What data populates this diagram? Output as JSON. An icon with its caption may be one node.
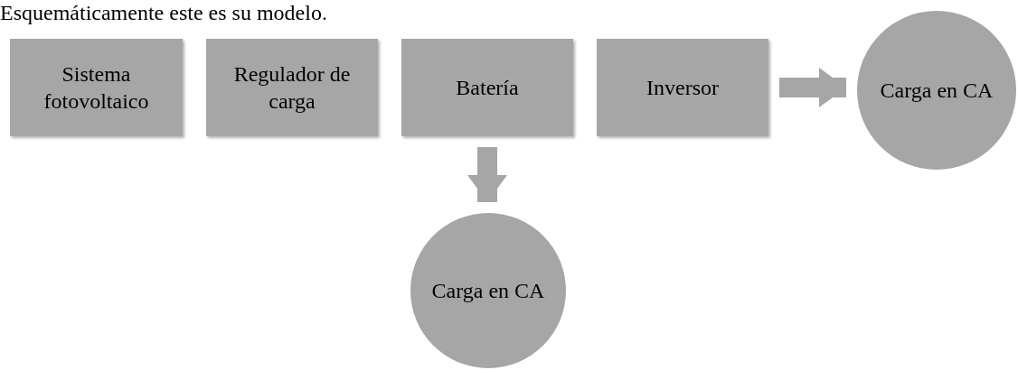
{
  "diagram": {
    "nodes": [
      {
        "text": [
          "Sistema fotovoltaico"
        ]
      },
      {
        "text": [
          "Regulador de carga"
        ]
      },
      {
        "text": [
          "Batería"
        ]
      },
      {
        "text": [
          "Inversor"
        ]
      },
      {
        "text": [
          "Carga en CA"
        ]
      },
      {
        "text": [
          "Carga en CA"
        ]
      }
    ],
    "edges": [
      {
        "from": 3,
        "to": 4,
        "arrow": "to"
      },
      {
        "from": 2,
        "to": 5,
        "arrow": "to"
      }
    ],
    "labels": [
      "Esquemáticamente este es su modelo."
    ]
  }
}
